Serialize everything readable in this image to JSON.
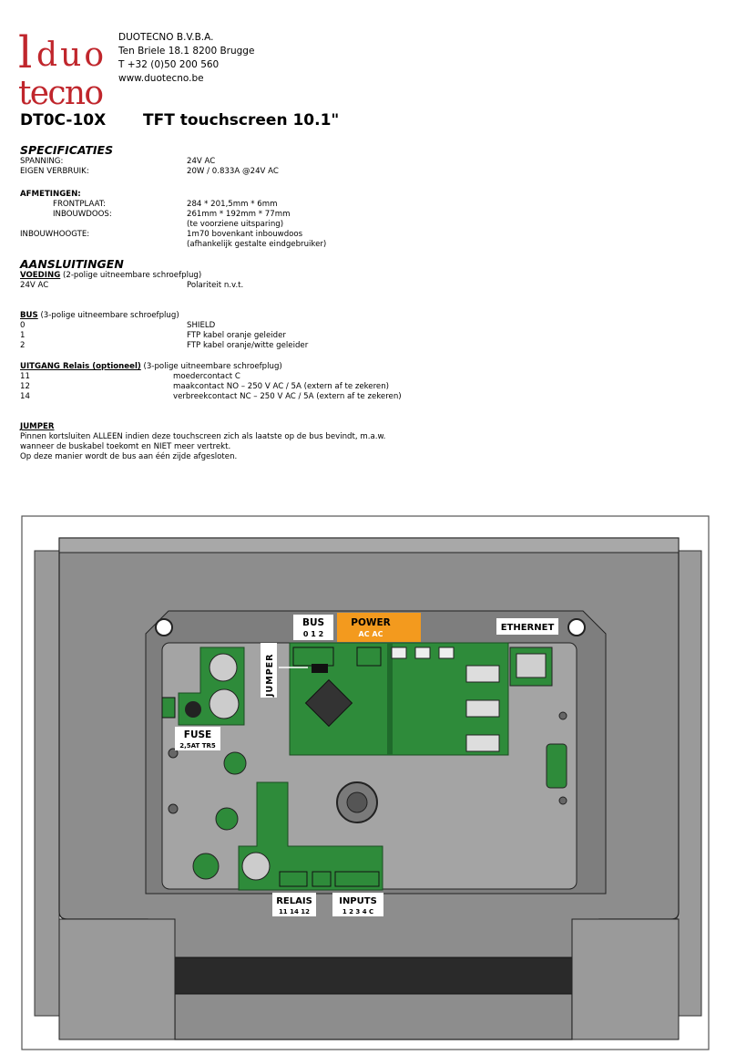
{
  "header": {
    "logo": {
      "line1": "duo",
      "line2": "tecno",
      "letter": "l"
    },
    "company_lines": [
      "DUOTECNO B.V.B.A.",
      "Ten Briele 18.1 8200 Brugge",
      "T +32 (0)50 200 560",
      "www.duotecno.be"
    ]
  },
  "title": {
    "model": "DT0C-10X",
    "name": "TFT touchscreen 10.1\""
  },
  "specs": {
    "heading": "SPECIFICATIES",
    "rows": [
      {
        "label": "SPANNING:",
        "value": "24V AC"
      },
      {
        "label": "EIGEN VERBRUIK:",
        "value": "20W / 0.833A @24V AC"
      }
    ],
    "dimensions_heading": "AFMETINGEN:",
    "front_label": "FRONTPLAAT:",
    "front_value": "284 * 201,5mm * 6mm",
    "box_label": "INBOUWDOOS:",
    "box_value": "261mm * 192mm * 77mm",
    "box_note": "(te voorziene uitsparing)",
    "height_label": "INBOUWHOOGTE:",
    "height_value": "1m70 bovenkant inbouwdoos",
    "height_note": "(afhankelijk gestalte eindgebruiker)"
  },
  "connections": {
    "heading": "AANSLUITINGEN",
    "power_title": "VOEDING",
    "power_desc": " (2-polige uitneembare schroefplug)",
    "power_label": "24V AC",
    "power_value": "Polariteit n.v.t.",
    "bus_title": "BUS",
    "bus_desc": " (3-polige uitneembare schroefplug)",
    "bus_rows": [
      {
        "pin": "0",
        "desc": "SHIELD"
      },
      {
        "pin": "1",
        "desc": "FTP kabel oranje geleider"
      },
      {
        "pin": "2",
        "desc": "FTP kabel oranje/witte geleider"
      }
    ],
    "relay_title": "UITGANG Relais (optioneel)",
    "relay_desc": " (3-polige uitneembare schroefplug)",
    "relay_rows": [
      {
        "pin": "11",
        "desc": "moedercontact C"
      },
      {
        "pin": "12",
        "desc": "maakcontact NO – 250 V AC / 5A (extern af te zekeren)"
      },
      {
        "pin": "14",
        "desc": "verbreekcontact NC – 250 V AC / 5A (extern af te zekeren)"
      }
    ],
    "jumper_title": "JUMPER",
    "jumper_lines": [
      "Pinnen kortsluiten ALLEEN indien deze touchscreen zich als laatste op de bus bevindt, m.a.w.",
      "wanneer de buskabel toekomt en NIET meer vertrekt.",
      "Op deze manier wordt de bus aan één zijde afgesloten."
    ]
  },
  "drawing": {
    "bus_label": "BUS",
    "bus_pins": "0 1 2",
    "power_label": "POWER",
    "power_pins": "AC AC",
    "ethernet_label": "ETHERNET",
    "jumper_label": "JUMPER",
    "fuse_label": "FUSE",
    "fuse_rating": "2,5AT TR5",
    "relais_label": "RELAIS",
    "relais_pins": "11 14 12",
    "inputs_label": "INPUTS",
    "inputs_pins": "1 2 3 4 C",
    "colors": {
      "pcb": "#2e8b3a",
      "callout_orange": "#f39a1e",
      "panel": "#8a8a8a",
      "logo_red": "#c0262c"
    }
  }
}
